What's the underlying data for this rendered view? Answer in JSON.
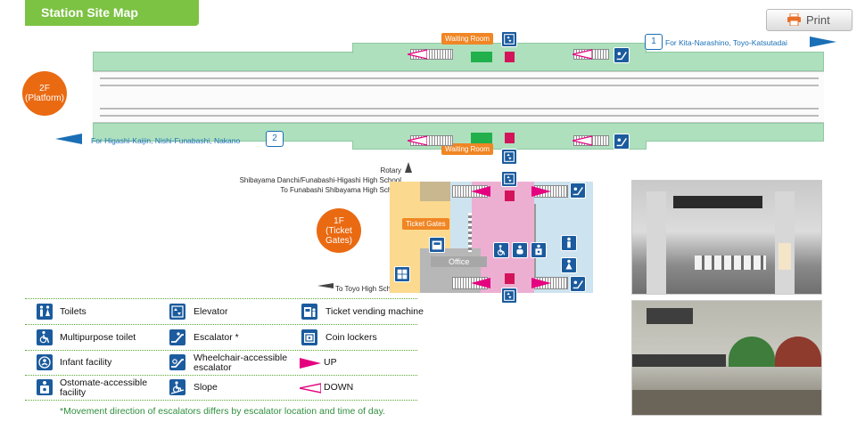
{
  "header": {
    "title": "Station Site Map",
    "print_label": "Print"
  },
  "platform_2f": {
    "floor_badge": [
      "2F",
      "(Platform)"
    ],
    "waiting_room_top": "Waiting Room",
    "waiting_room_bottom": "Waiting Room",
    "track_1": {
      "number": "1",
      "destination": "For Kita-Narashino, Toyo-Katsutadai"
    },
    "track_2": {
      "number": "2",
      "destination": "For Higashi-Kaijin, Nishi-Funabashi, Nakano"
    }
  },
  "concourse_1f": {
    "floor_badge": [
      "1F",
      "(Ticket Gates)"
    ],
    "ticket_gates_label": "Ticket Gates",
    "office_label": "Office",
    "exit_notes": [
      "Rotary",
      "Shibayama Danchi/Funabashi-Higashi High School",
      "To Funabashi Shibayama High School"
    ],
    "toyo_note": "To Toyo High School"
  },
  "legend": {
    "items": [
      {
        "icon": "toilets-icon",
        "label": "Toilets"
      },
      {
        "icon": "multipurpose-toilet-icon",
        "label": "Multipurpose toilet"
      },
      {
        "icon": "infant-facility-icon",
        "label": "Infant facility"
      },
      {
        "icon": "ostomate-icon",
        "label": "Ostomate-accessible facility"
      },
      {
        "icon": "elevator-icon",
        "label": "Elevator"
      },
      {
        "icon": "escalator-icon",
        "label": "Escalator *"
      },
      {
        "icon": "wheelchair-escalator-icon",
        "label": "Wheelchair-accessible escalator"
      },
      {
        "icon": "slope-icon",
        "label": "Slope"
      },
      {
        "icon": "ticket-machine-icon",
        "label": "Ticket vending machine"
      },
      {
        "icon": "coin-locker-icon",
        "label": "Coin lockers"
      },
      {
        "icon": "up-arrow-icon",
        "label": "UP"
      },
      {
        "icon": "down-arrow-icon",
        "label": "DOWN"
      }
    ],
    "footnote": "*Movement direction of escalators differs by escalator location and time of day."
  },
  "colors": {
    "brand_green": "#7cc243",
    "platform_green": "#aee0be",
    "floor_badge_orange": "#ea6a12",
    "icon_blue": "#1b5b9e",
    "arrow_magenta": "#e4007f",
    "direction_blue": "#1a6fb6",
    "ticket_area_yellow": "#fbd98e",
    "paid_area_pink": "#ecafd2",
    "corridor_blue": "#cde3ef",
    "office_gray": "#b7b7b7"
  }
}
